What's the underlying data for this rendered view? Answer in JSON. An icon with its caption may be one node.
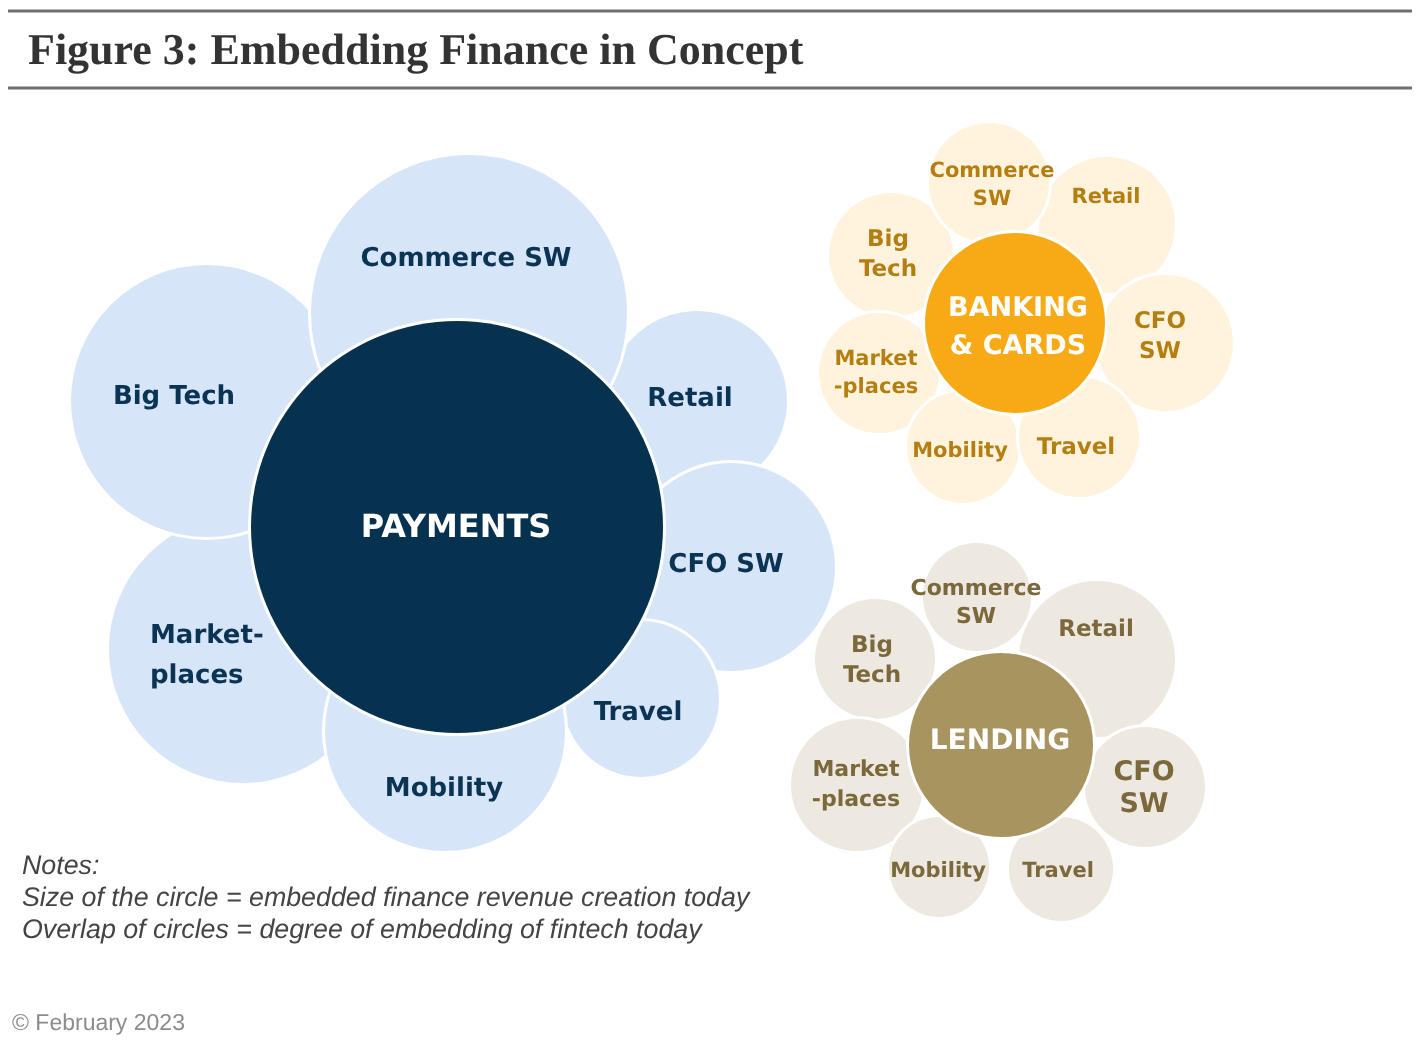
{
  "diagram": {
    "title": "Figure 3: Embedding Finance in Concept",
    "nodes": [
      {
        "text": [
          "PAYMENTS"
        ]
      },
      {
        "text": [
          "Commerce SW"
        ]
      },
      {
        "text": [
          "Big Tech"
        ]
      },
      {
        "text": [
          "Retail"
        ]
      },
      {
        "text": [
          "CFO SW"
        ]
      },
      {
        "text": [
          "Market- places"
        ]
      },
      {
        "text": [
          "Travel"
        ]
      },
      {
        "text": [
          "Mobility"
        ]
      },
      {
        "text": [
          "BANKING & CARDS"
        ]
      },
      {
        "text": [
          "Commerce SW"
        ]
      },
      {
        "text": [
          "Big Tech"
        ]
      },
      {
        "text": [
          "Retail"
        ]
      },
      {
        "text": [
          "CFO SW"
        ]
      },
      {
        "text": [
          "Market -places"
        ]
      },
      {
        "text": [
          "Mobility"
        ]
      },
      {
        "text": [
          "Travel"
        ]
      },
      {
        "text": [
          "LENDING"
        ]
      },
      {
        "text": [
          "Commerce SW"
        ]
      },
      {
        "text": [
          "Big Tech"
        ]
      },
      {
        "text": [
          "Retail"
        ]
      },
      {
        "text": [
          "CFO SW"
        ]
      },
      {
        "text": [
          "Market -places"
        ]
      },
      {
        "text": [
          "Mobility"
        ]
      },
      {
        "text": [
          "Travel"
        ]
      }
    ],
    "labels": [
      "Notes:",
      "Size of the circle = embedded finance revenue creation today",
      "Overlap of circles = degree of embedding of fintech today",
      "© February 2023"
    ]
  }
}
